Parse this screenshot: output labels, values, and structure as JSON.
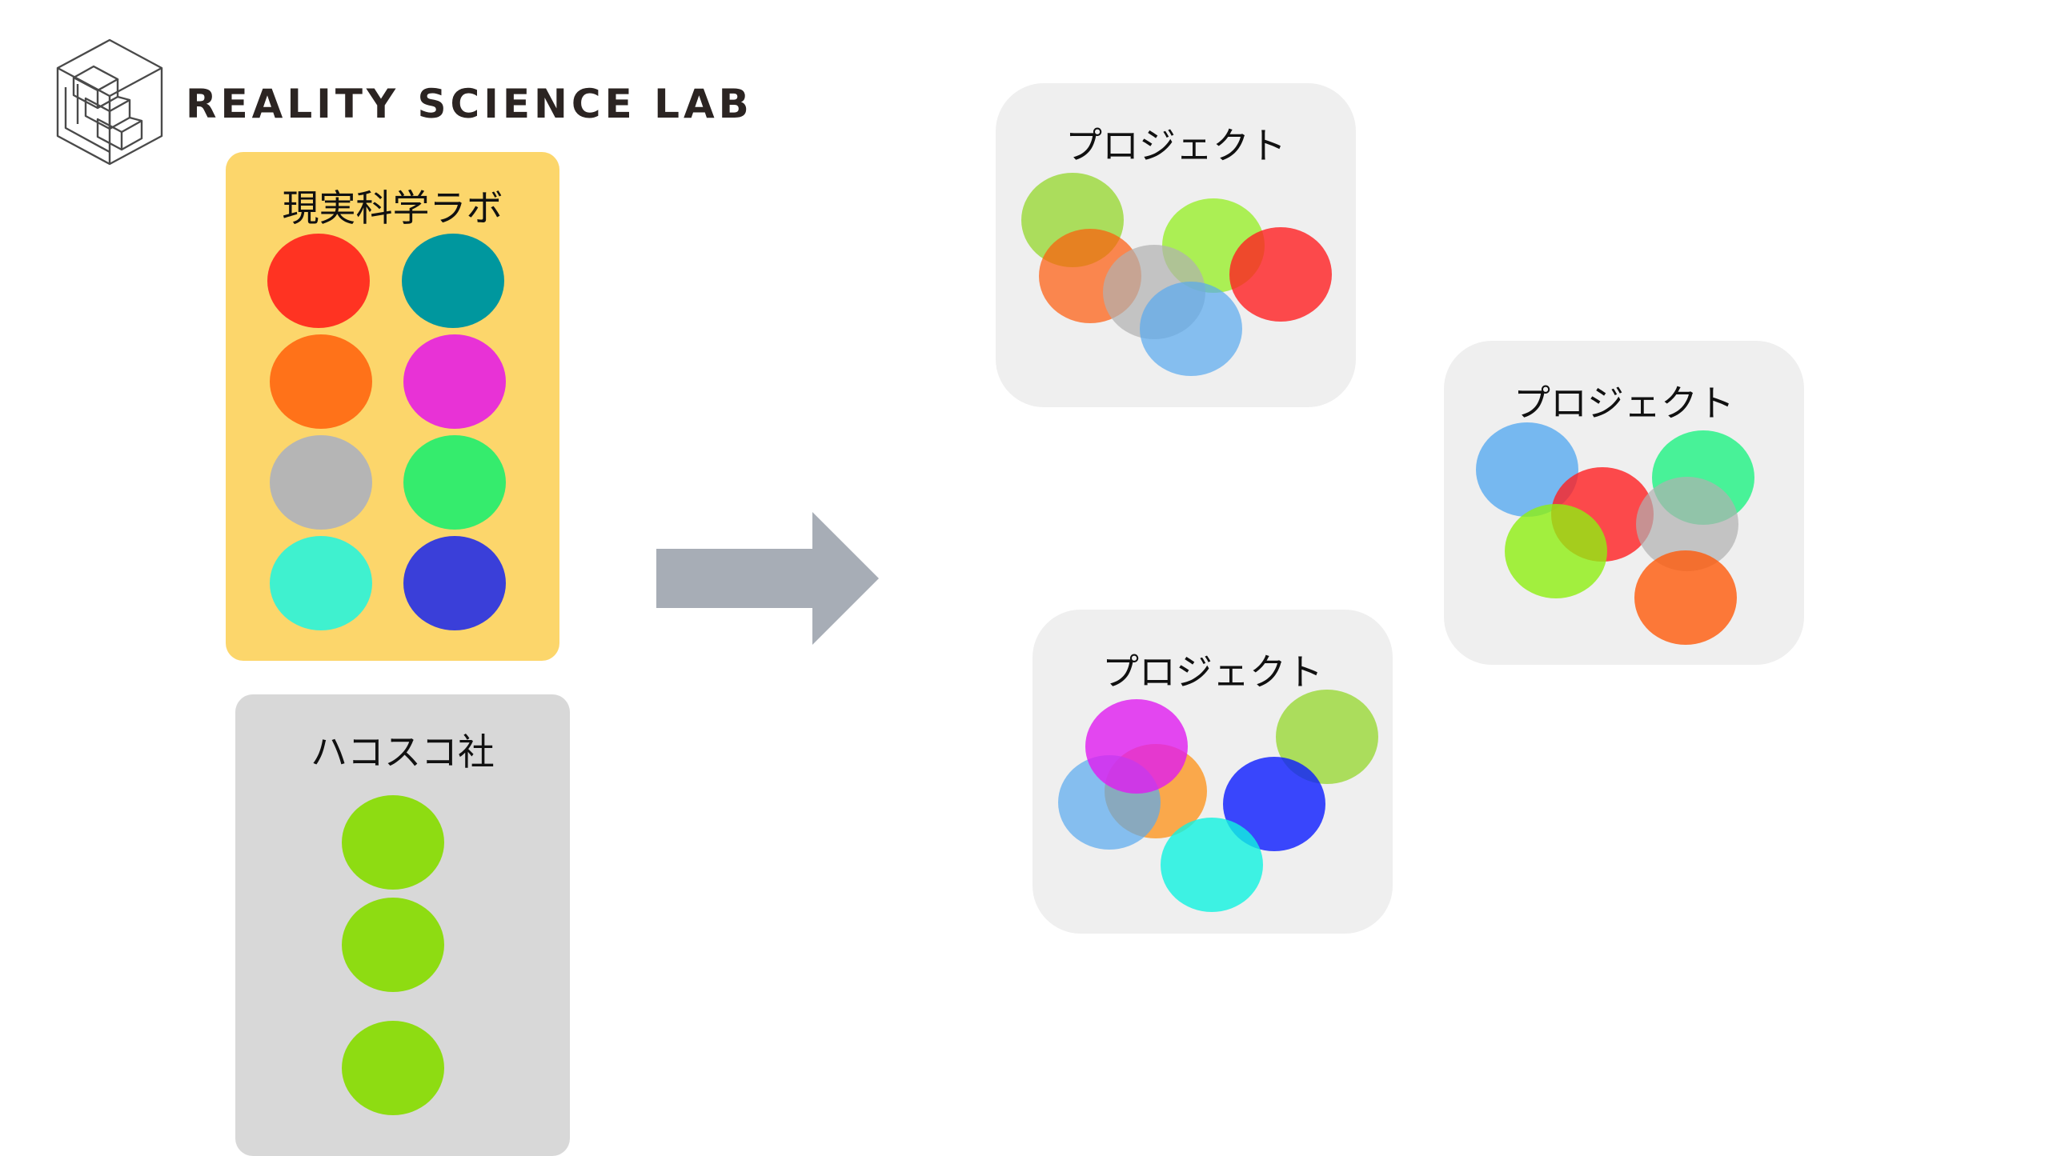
{
  "logo": {
    "text": "REALITY SCIENCE LAB",
    "mark_icon": "stairs-cube-icon"
  },
  "group_lab": {
    "title": "現実科学ラボ",
    "background": "#fcd66b",
    "members": [
      "#ff3322",
      "#00979e",
      "#ff7219",
      "#e832d6",
      "#b5b5b5",
      "#35ec6d",
      "#3ff1cf",
      "#3a3fd9"
    ]
  },
  "group_hacosco": {
    "title": "ハコスコ社",
    "background": "#d8d8d8",
    "members": [
      "#8edc12",
      "#8edc12",
      "#8edc12"
    ]
  },
  "arrow": {
    "icon": "right-arrow-icon",
    "color": "#a7adb6"
  },
  "projects": [
    {
      "title": "プロジェクト",
      "members": [
        "#8ed61e",
        "#ff5a0a",
        "#8eef12",
        "#ff1f22",
        "#b0b0b0",
        "#58aaf0"
      ]
    },
    {
      "title": "プロジェクト",
      "members": [
        "#58aaf0",
        "#ff1f22",
        "#1ef282",
        "#8eef12",
        "#b0b0b0",
        "#ff5a0a"
      ]
    },
    {
      "title": "プロジェクト",
      "members": [
        "#8ed61e",
        "#ff8a05",
        "#58aaf0",
        "#e01cf0",
        "#0b1bff",
        "#10f2e0"
      ]
    }
  ]
}
